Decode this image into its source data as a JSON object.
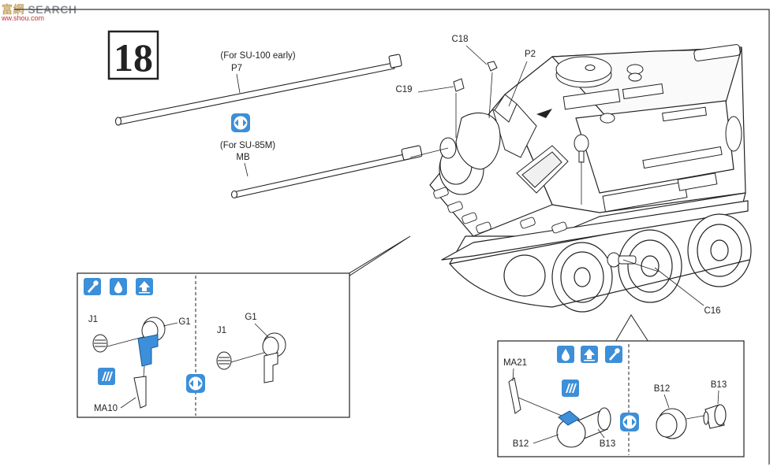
{
  "watermark": {
    "logo_text": "富",
    "brand_text": "網",
    "search_text": "SEARCH",
    "url_text": "ww.shou.com"
  },
  "step": {
    "number": "18"
  },
  "barrels": {
    "p7_note": "(For SU-100 early)",
    "p7_label": "P7",
    "mb_note": "(For SU-85M)",
    "mb_label": "MB"
  },
  "parts": {
    "c18": "C18",
    "c19": "C19",
    "p2": "P2",
    "c16": "C16"
  },
  "headlight_inset": {
    "j1_left": "J1",
    "g1_left": "G1",
    "ma10": "MA10",
    "j1_right": "J1",
    "g1_right": "G1"
  },
  "light_inset": {
    "ma21": "MA21",
    "b12_left": "B12",
    "b13_left": "B13",
    "b12_right": "B12",
    "b13_right": "B13"
  },
  "icons": {
    "alternative": "alternative-icon",
    "cement": "cement-icon",
    "paint": "paint-icon",
    "front": "front-direction-icon",
    "metal": "photo-etch-icon"
  },
  "colors": {
    "accent_blue": "#3c8fd8",
    "frame": "#333333"
  }
}
